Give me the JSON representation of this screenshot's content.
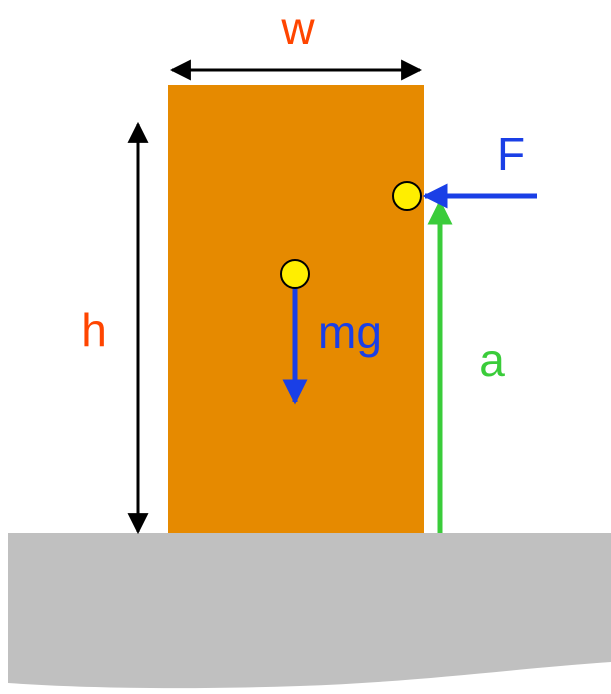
{
  "labels": {
    "width": "w",
    "height": "h",
    "force": "F",
    "weight": "mg",
    "lever_arm": "a"
  },
  "colors": {
    "block": "#E68A00",
    "ground": "#C0C0C0",
    "dimension_label": "#FF4500",
    "force_arrow": "#1A3FE6",
    "lever_arrow": "#3ACC3A",
    "point_fill": "#FFEE00",
    "outline": "#000000"
  }
}
